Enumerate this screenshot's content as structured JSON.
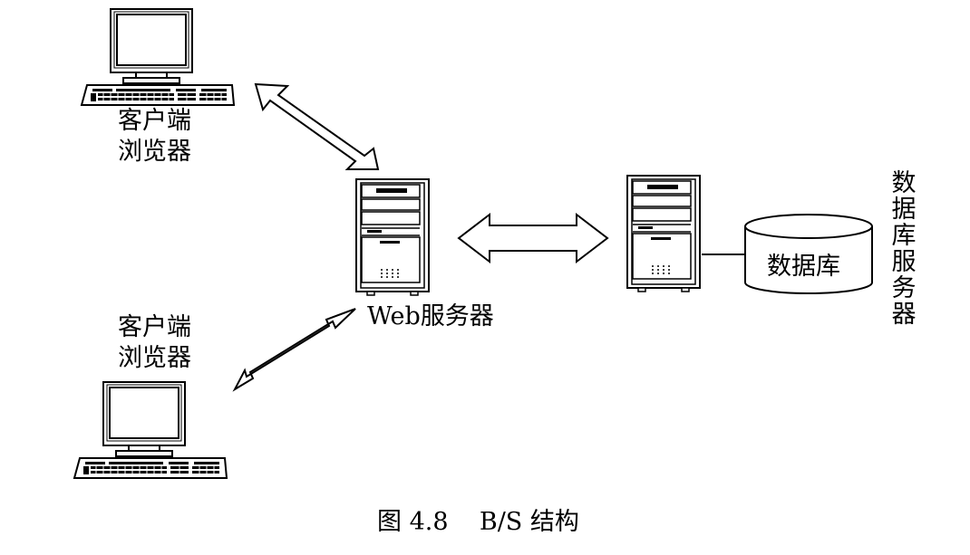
{
  "diagram": {
    "labels": {
      "client_top_line1": "客户端",
      "client_top_line2": "浏览器",
      "client_bottom_line1": "客户端",
      "client_bottom_line2": "浏览器",
      "web_server": "Web服务器",
      "database": "数据库",
      "db_server_vertical": [
        "数",
        "据",
        "库",
        "服",
        "务",
        "器"
      ]
    },
    "caption": "图 4.8    B/S 结构",
    "nodes": [
      {
        "id": "client-top",
        "type": "computer-icon"
      },
      {
        "id": "client-bottom",
        "type": "computer-icon"
      },
      {
        "id": "web-server",
        "type": "server-tower-icon"
      },
      {
        "id": "db-server",
        "type": "server-tower-icon"
      },
      {
        "id": "database",
        "type": "cylinder"
      }
    ],
    "edges": [
      {
        "from": "client-top",
        "to": "web-server",
        "style": "double-arrow"
      },
      {
        "from": "client-bottom",
        "to": "web-server",
        "style": "double-arrow"
      },
      {
        "from": "web-server",
        "to": "db-server",
        "style": "double-arrow"
      },
      {
        "from": "db-server",
        "to": "database",
        "style": "line"
      }
    ]
  }
}
